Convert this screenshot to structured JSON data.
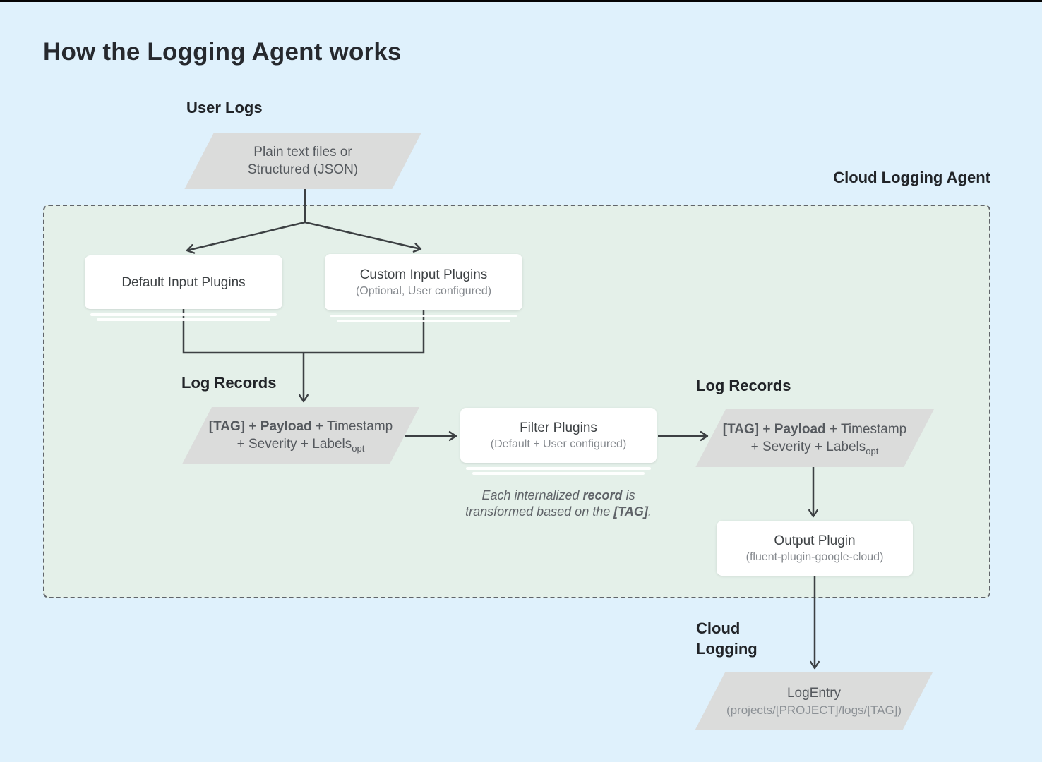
{
  "title": "How the Logging Agent works",
  "labels": {
    "user_logs": "User Logs",
    "cloud_logging_agent": "Cloud Logging Agent",
    "log_records_left": "Log Records",
    "log_records_right": "Log Records",
    "cloud_logging": [
      "Cloud",
      "Logging"
    ]
  },
  "nodes": {
    "user_logs_source": {
      "lines": [
        "Plain text files or",
        "Structured (JSON)"
      ]
    },
    "default_input_plugins": {
      "title": "Default Input Plugins"
    },
    "custom_input_plugins": {
      "title": "Custom Input Plugins",
      "subtitle": "(Optional, User configured)"
    },
    "filter_plugins": {
      "title": "Filter Plugins",
      "subtitle": "(Default + User configured)"
    },
    "output_plugin": {
      "title": "Output Plugin",
      "subtitle": "(fluent-plugin-google-cloud)"
    },
    "log_record_left": {
      "line1": [
        {
          "t": "[TAG] + Payload",
          "b": 1
        },
        {
          "t": " + Timestamp"
        }
      ],
      "line2": [
        {
          "t": "+ Severity + Labels"
        },
        {
          "t": "opt",
          "sub": 1
        }
      ]
    },
    "log_record_right": {
      "line1": [
        {
          "t": "[TAG] + Payload",
          "b": 1
        },
        {
          "t": " + Timestamp"
        }
      ],
      "line2": [
        {
          "t": "+ Severity + Labels"
        },
        {
          "t": "opt",
          "sub": 1
        }
      ]
    },
    "log_entry": {
      "title": "LogEntry",
      "subtitle": "(projects/[PROJECT]/logs/[TAG])"
    }
  },
  "note": {
    "line1": [
      {
        "t": "Each internalized "
      },
      {
        "t": "record",
        "b": 1
      },
      {
        "t": " is"
      }
    ],
    "line2": [
      {
        "t": "transformed based on the "
      },
      {
        "t": "[TAG]",
        "b": 1
      },
      {
        "t": "."
      }
    ]
  },
  "colors": {
    "background": "#dff1fc",
    "agent_container_fill": "#e4f0e9",
    "agent_container_border": "#61656a",
    "parallelogram_fill": "#dbdcdb",
    "card_fill": "#ffffff",
    "connector": "#3c4043",
    "title_text": "#26292e",
    "body_text": "#55595e",
    "muted_text": "#85898e",
    "top_edge": "#050505"
  }
}
